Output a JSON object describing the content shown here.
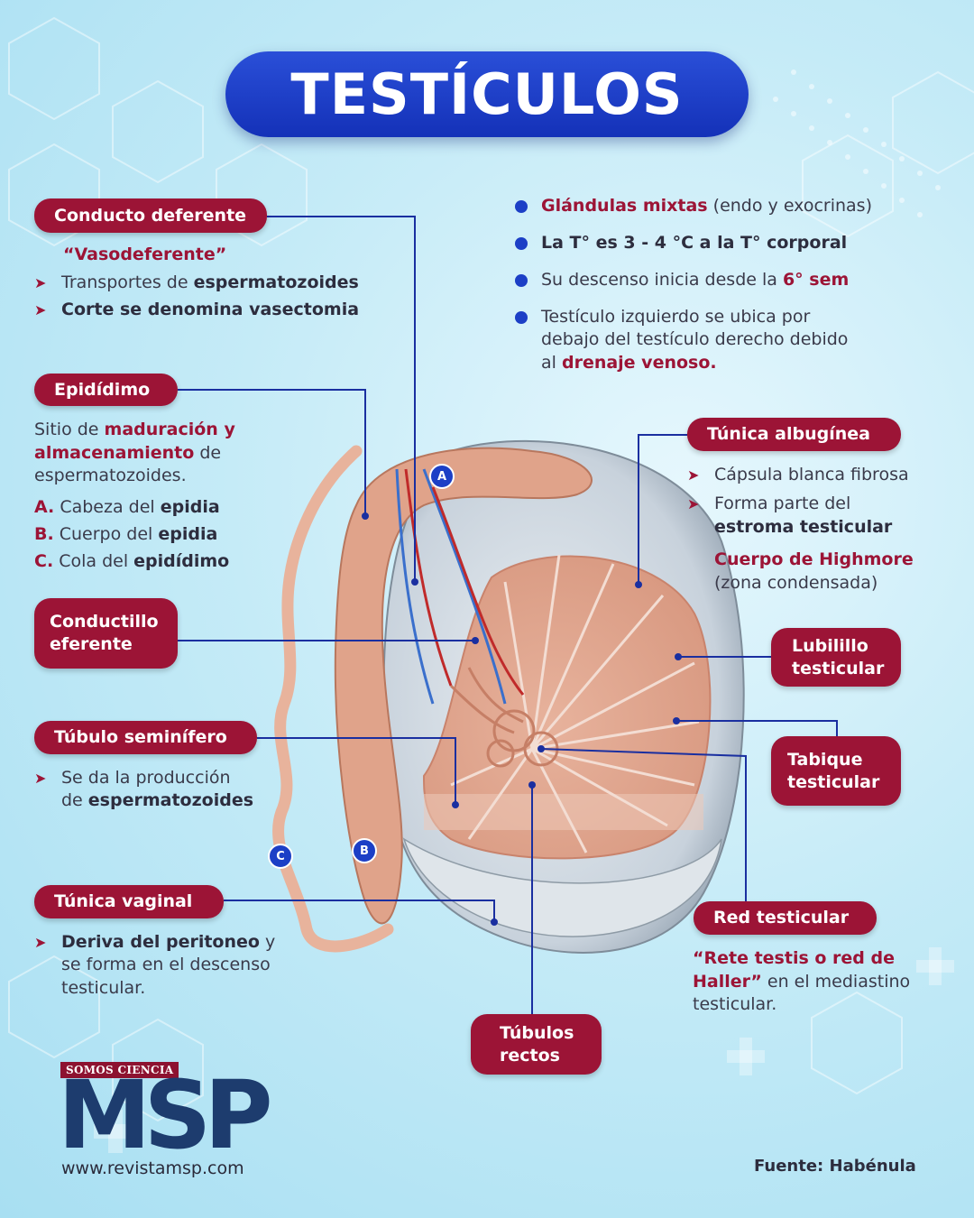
{
  "title": "TESTÍCULOS",
  "conducto": {
    "label": "Conducto deferente",
    "alias": "“Vasodeferente”",
    "b1_pre": "Transportes de ",
    "b1_bold": "espermatozoides",
    "b2_bold": "Corte se denomina vasectomia"
  },
  "epididimo": {
    "label": "Epidídimo",
    "d1_pre": "Sitio de ",
    "d1_bold": "maduración y",
    "d2_bold": "almacenamiento",
    "d2_post": " de",
    "d3": "espermatozoides.",
    "a_letter": "A.",
    "a_pre": " Cabeza del ",
    "a_bold": "epidia",
    "b_letter": "B.",
    "b_pre": " Cuerpo del ",
    "b_bold": "epidia",
    "c_letter": "C.",
    "c_pre": " Cola del ",
    "c_bold": "epidídimo"
  },
  "conductillo": {
    "line1": "Conductillo",
    "line2": "eferente"
  },
  "tubulo_seminifero": {
    "label": "Túbulo seminífero",
    "l1": "Se da la producción",
    "l2_pre": "de ",
    "l2_bold": "espermatozoides"
  },
  "tunica_vaginal": {
    "label": "Túnica vaginal",
    "l1_bold": "Deriva del peritoneo",
    "l1_post": " y",
    "l2": "se forma en el descenso",
    "l3": "testicular."
  },
  "facts": {
    "f1_red": "Glándulas mixtas",
    "f1_post": " (endo y exocrinas)",
    "f2_bold": "La T° es 3 - 4 °C a la T° corporal",
    "f3_pre": "Su descenso inicia desde la ",
    "f3_red": "6° sem",
    "f4_l1": "Testículo izquierdo se ubica por",
    "f4_l2": "debajo del testículo derecho debido",
    "f4_l3_pre": "al ",
    "f4_l3_red": "drenaje venoso."
  },
  "tunica_albuginea": {
    "label": "Túnica albugínea",
    "b1": "Cápsula blanca fibrosa",
    "b2_l1": "Forma parte del",
    "b2_l2_bold": "estroma testicular",
    "highmore_red": "Cuerpo de Highmore",
    "highmore_sub": "(zona condensada)"
  },
  "lubulillo": {
    "line1": "Lubilillo",
    "line2": "testicular"
  },
  "tabique": {
    "line1": "Tabique",
    "line2": "testicular"
  },
  "red_testicular": {
    "label": "Red testicular",
    "l1_red": "“Rete testis o red de",
    "l2_red": "Haller”",
    "l2_post": " en el mediastino",
    "l3": "testicular."
  },
  "tubulos_rectos": {
    "line1": "Túbulos",
    "line2": "rectos"
  },
  "badges": {
    "a": "A",
    "b": "B",
    "c": "C"
  },
  "logo": {
    "top": "SOMOS CIENCIA",
    "main": "MSP",
    "url": "www.revistamsp.com"
  },
  "source": "Fuente: Habénula",
  "colors": {
    "title_blue": "#1c3fc6",
    "label_red": "#9c1436",
    "line_blue": "#1a2fa0"
  }
}
